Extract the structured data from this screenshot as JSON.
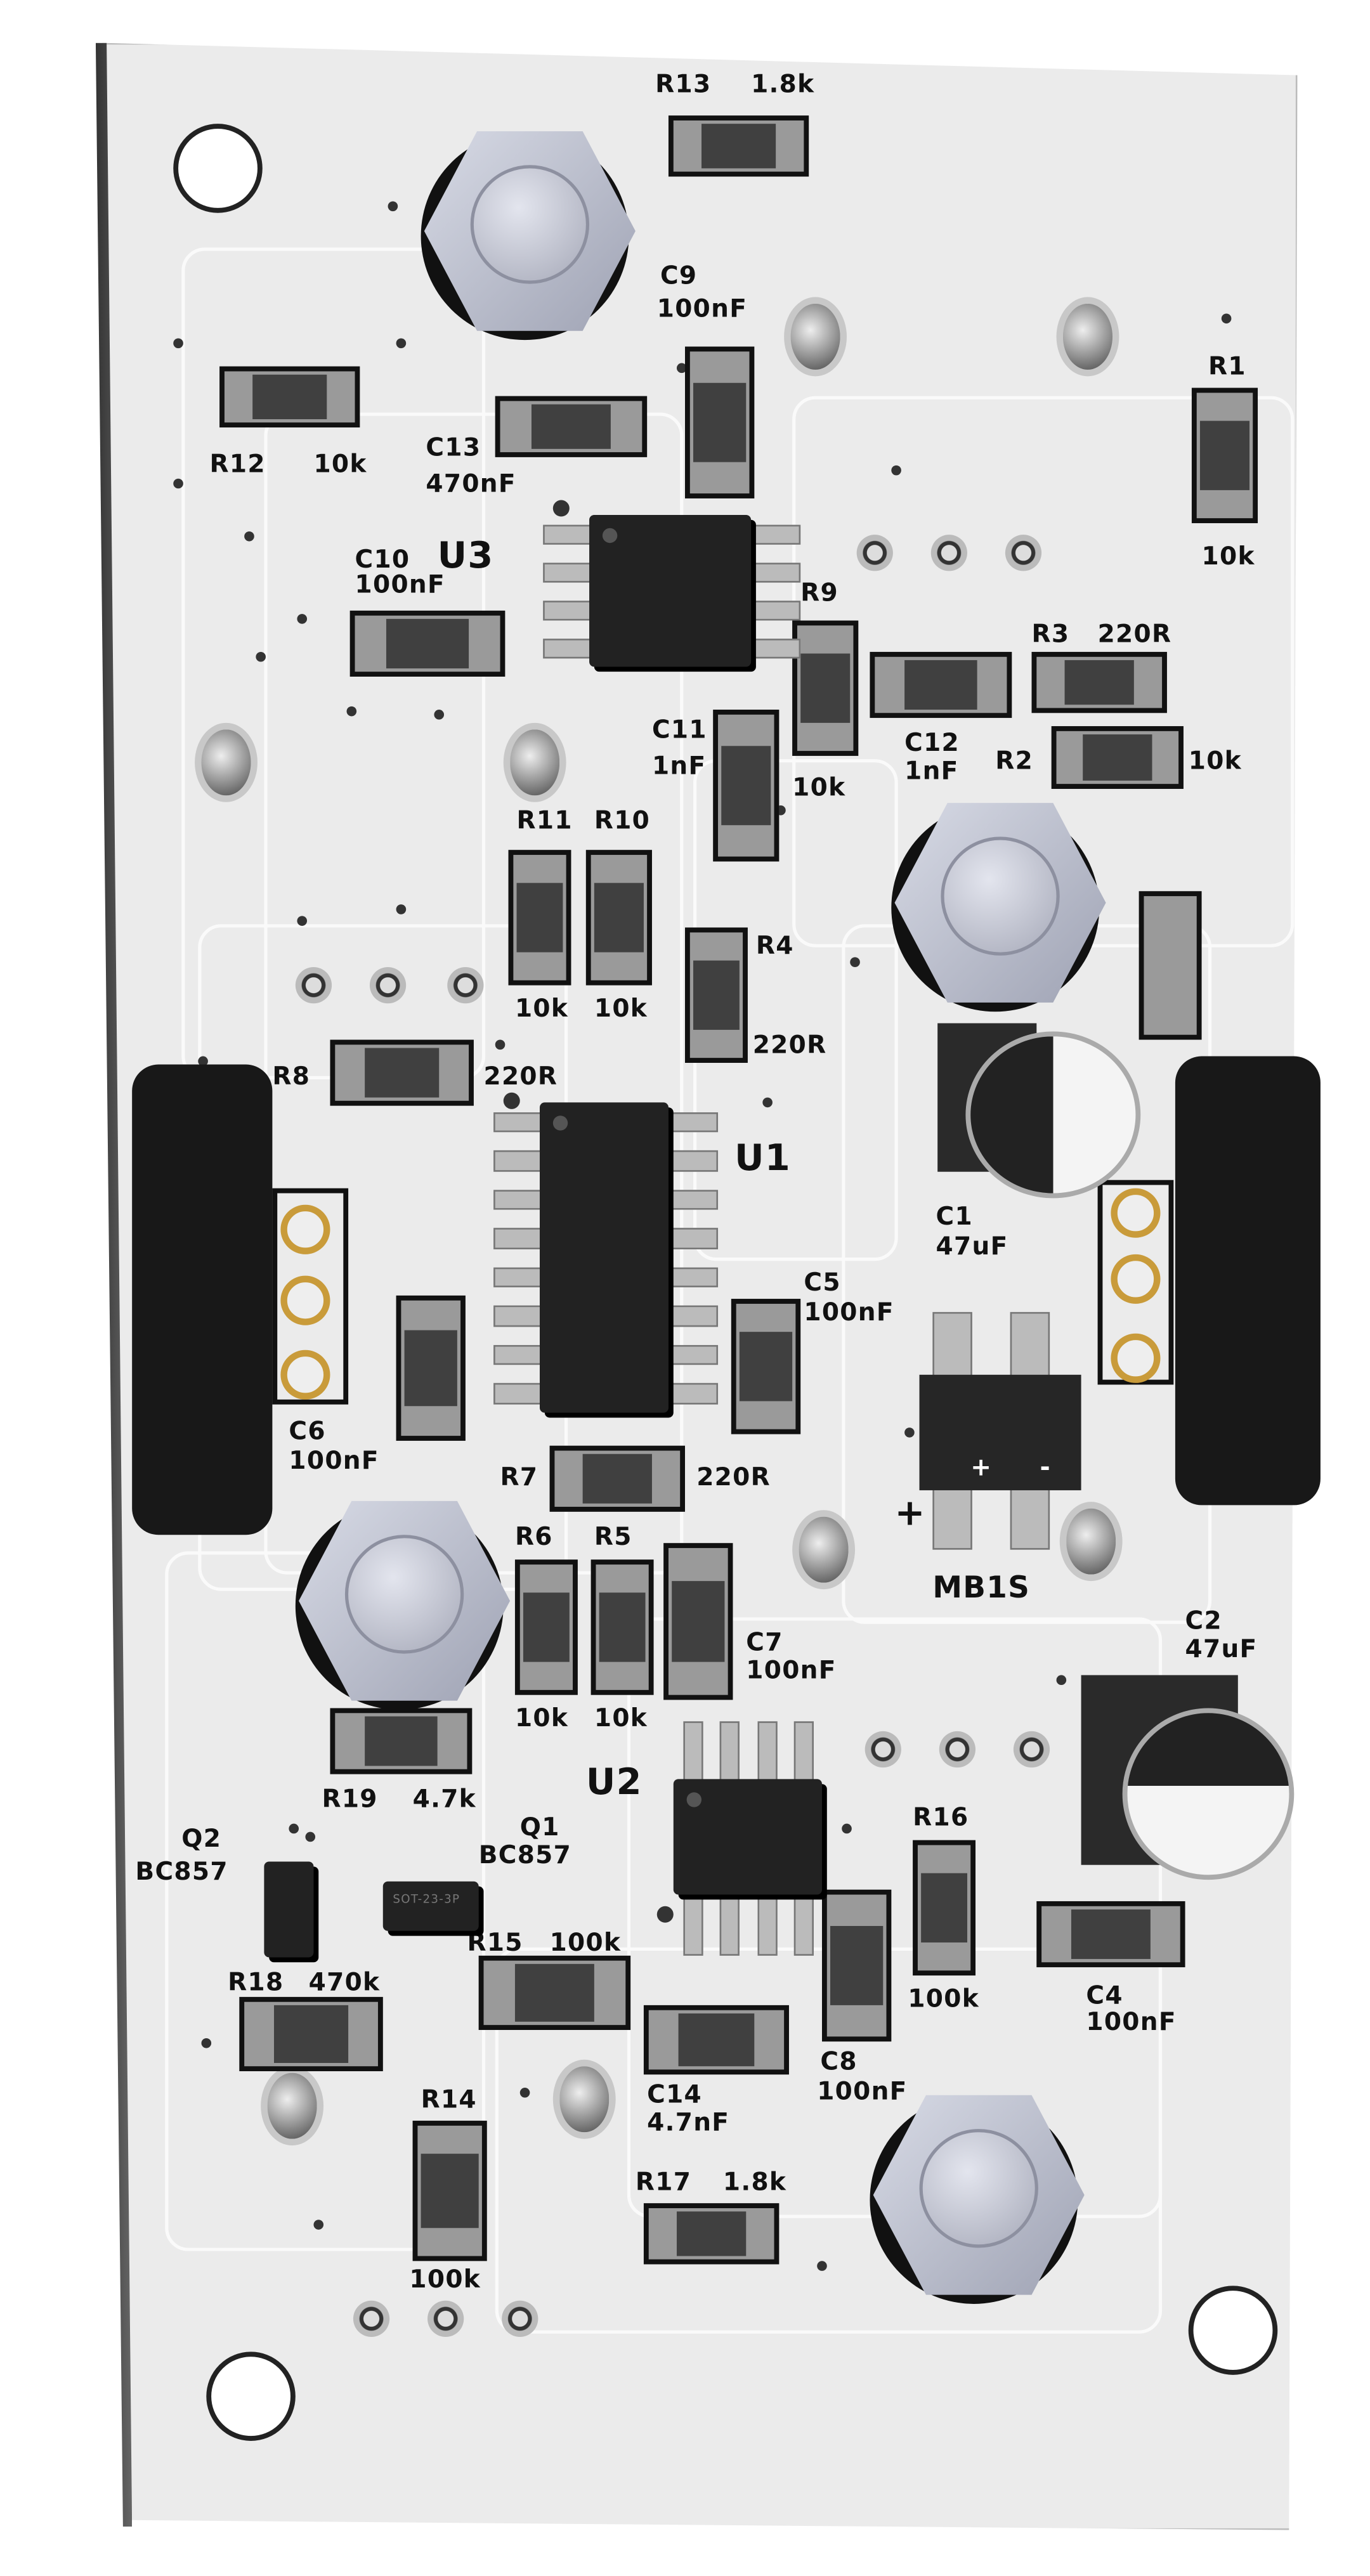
{
  "board": {
    "pin1_mark": "+",
    "bridge_plus": "+",
    "bridge_minus": "-",
    "package_marking": "SOT-23-3P"
  },
  "components": {
    "R13": {
      "ref": "R13",
      "value": "1.8k"
    },
    "R12": {
      "ref": "R12",
      "value": "10k"
    },
    "C13": {
      "ref": "C13",
      "value": "470nF"
    },
    "C9": {
      "ref": "C9",
      "value": "100nF"
    },
    "R1": {
      "ref": "R1",
      "value": "10k"
    },
    "C10": {
      "ref": "C10",
      "value": "100nF"
    },
    "U3": {
      "ref": "U3",
      "value": ""
    },
    "R9": {
      "ref": "R9",
      "value": "10k"
    },
    "C12": {
      "ref": "C12",
      "value": "1nF"
    },
    "R3": {
      "ref": "R3",
      "value": "220R"
    },
    "C11": {
      "ref": "C11",
      "value": "1nF"
    },
    "R2": {
      "ref": "R2",
      "value": "10k"
    },
    "R11": {
      "ref": "R11",
      "value": "10k"
    },
    "R10": {
      "ref": "R10",
      "value": "10k"
    },
    "R4": {
      "ref": "R4",
      "value": "220R"
    },
    "R8": {
      "ref": "R8",
      "value": "220R"
    },
    "U1": {
      "ref": "U1",
      "value": ""
    },
    "C1": {
      "ref": "C1",
      "value": "47uF"
    },
    "C5": {
      "ref": "C5",
      "value": "100nF"
    },
    "C6": {
      "ref": "C6",
      "value": "100nF"
    },
    "R7": {
      "ref": "R7",
      "value": "220R"
    },
    "MB1S": {
      "ref": "MB1S",
      "value": ""
    },
    "R6": {
      "ref": "R6",
      "value": "10k"
    },
    "R5": {
      "ref": "R5",
      "value": "10k"
    },
    "C7": {
      "ref": "C7",
      "value": "100nF"
    },
    "C2": {
      "ref": "C2",
      "value": "47uF"
    },
    "R19": {
      "ref": "R19",
      "value": "4.7k"
    },
    "U2": {
      "ref": "U2",
      "value": ""
    },
    "Q2": {
      "ref": "Q2",
      "value": "BC857"
    },
    "Q1": {
      "ref": "Q1",
      "value": "BC857"
    },
    "R16": {
      "ref": "R16",
      "value": "100k"
    },
    "R18": {
      "ref": "R18",
      "value": "470k"
    },
    "R15": {
      "ref": "R15",
      "value": "100k"
    },
    "C14": {
      "ref": "C14",
      "value": "4.7nF"
    },
    "C8": {
      "ref": "C8",
      "value": "100nF"
    },
    "C4": {
      "ref": "C4",
      "value": "100nF"
    },
    "R14": {
      "ref": "R14",
      "value": "100k"
    },
    "R17": {
      "ref": "R17",
      "value": "1.8k"
    }
  }
}
